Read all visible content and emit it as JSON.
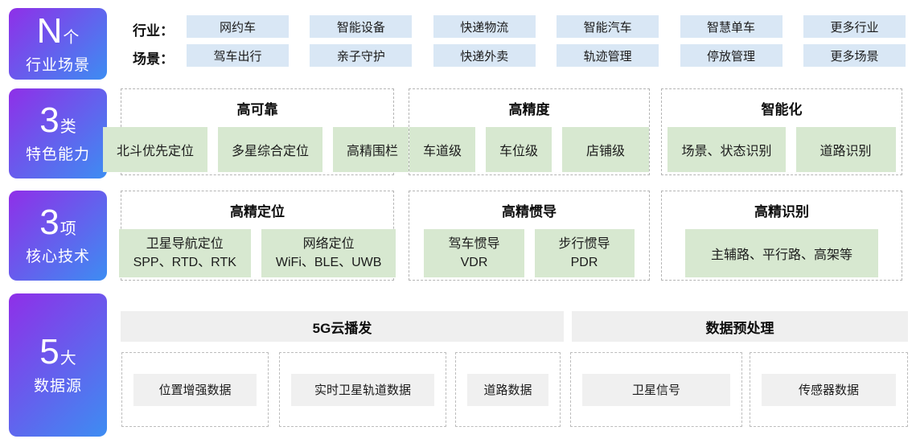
{
  "colors": {
    "gradient_start": "#8f2fe8",
    "gradient_end": "#3d8df2",
    "chip_blue": "#d9e7f5",
    "chip_green": "#d7e8d0",
    "bar_gray": "#efefef",
    "chip_gray": "#f0f0f0"
  },
  "sidebar": {
    "blocks": [
      {
        "big": "N",
        "suffix": "个",
        "label": "行业场景"
      },
      {
        "big": "3",
        "suffix": "类",
        "label": "特色能力"
      },
      {
        "big": "3",
        "suffix": "项",
        "label": "核心技术"
      },
      {
        "big": "5",
        "suffix": "大",
        "label": "数据源"
      }
    ]
  },
  "industry_scene": {
    "industry_label": "行业：",
    "scene_label": "场景：",
    "industries": [
      "网约车",
      "智能设备",
      "快递物流",
      "智能汽车",
      "智慧单车",
      "更多行业"
    ],
    "scenes": [
      "驾车出行",
      "亲子守护",
      "快递外卖",
      "轨迹管理",
      "停放管理",
      "更多场景"
    ]
  },
  "capabilities": [
    {
      "title": "高可靠",
      "items": [
        "北斗优先定位",
        "多星综合定位",
        "高精围栏"
      ]
    },
    {
      "title": "高精度",
      "items": [
        "车道级",
        "车位级",
        "店铺级"
      ]
    },
    {
      "title": "智能化",
      "items": [
        "场景、状态识别",
        "道路识别"
      ]
    }
  ],
  "technologies": [
    {
      "title": "高精定位",
      "items": [
        {
          "line1": "卫星导航定位",
          "line2": "SPP、RTD、RTK"
        },
        {
          "line1": "网络定位",
          "line2": "WiFi、BLE、UWB"
        }
      ]
    },
    {
      "title": "高精惯导",
      "items": [
        {
          "line1": "驾车惯导",
          "line2": "VDR"
        },
        {
          "line1": "步行惯导",
          "line2": "PDR"
        }
      ]
    },
    {
      "title": "高精识别",
      "items": [
        {
          "line1": "主辅路、平行路、高架等"
        }
      ]
    }
  ],
  "data_layer": {
    "bars": [
      "5G云播发",
      "数据预处理"
    ],
    "sources": [
      "位置增强数据",
      "实时卫星轨道数据",
      "道路数据",
      "卫星信号",
      "传感器数据"
    ]
  }
}
